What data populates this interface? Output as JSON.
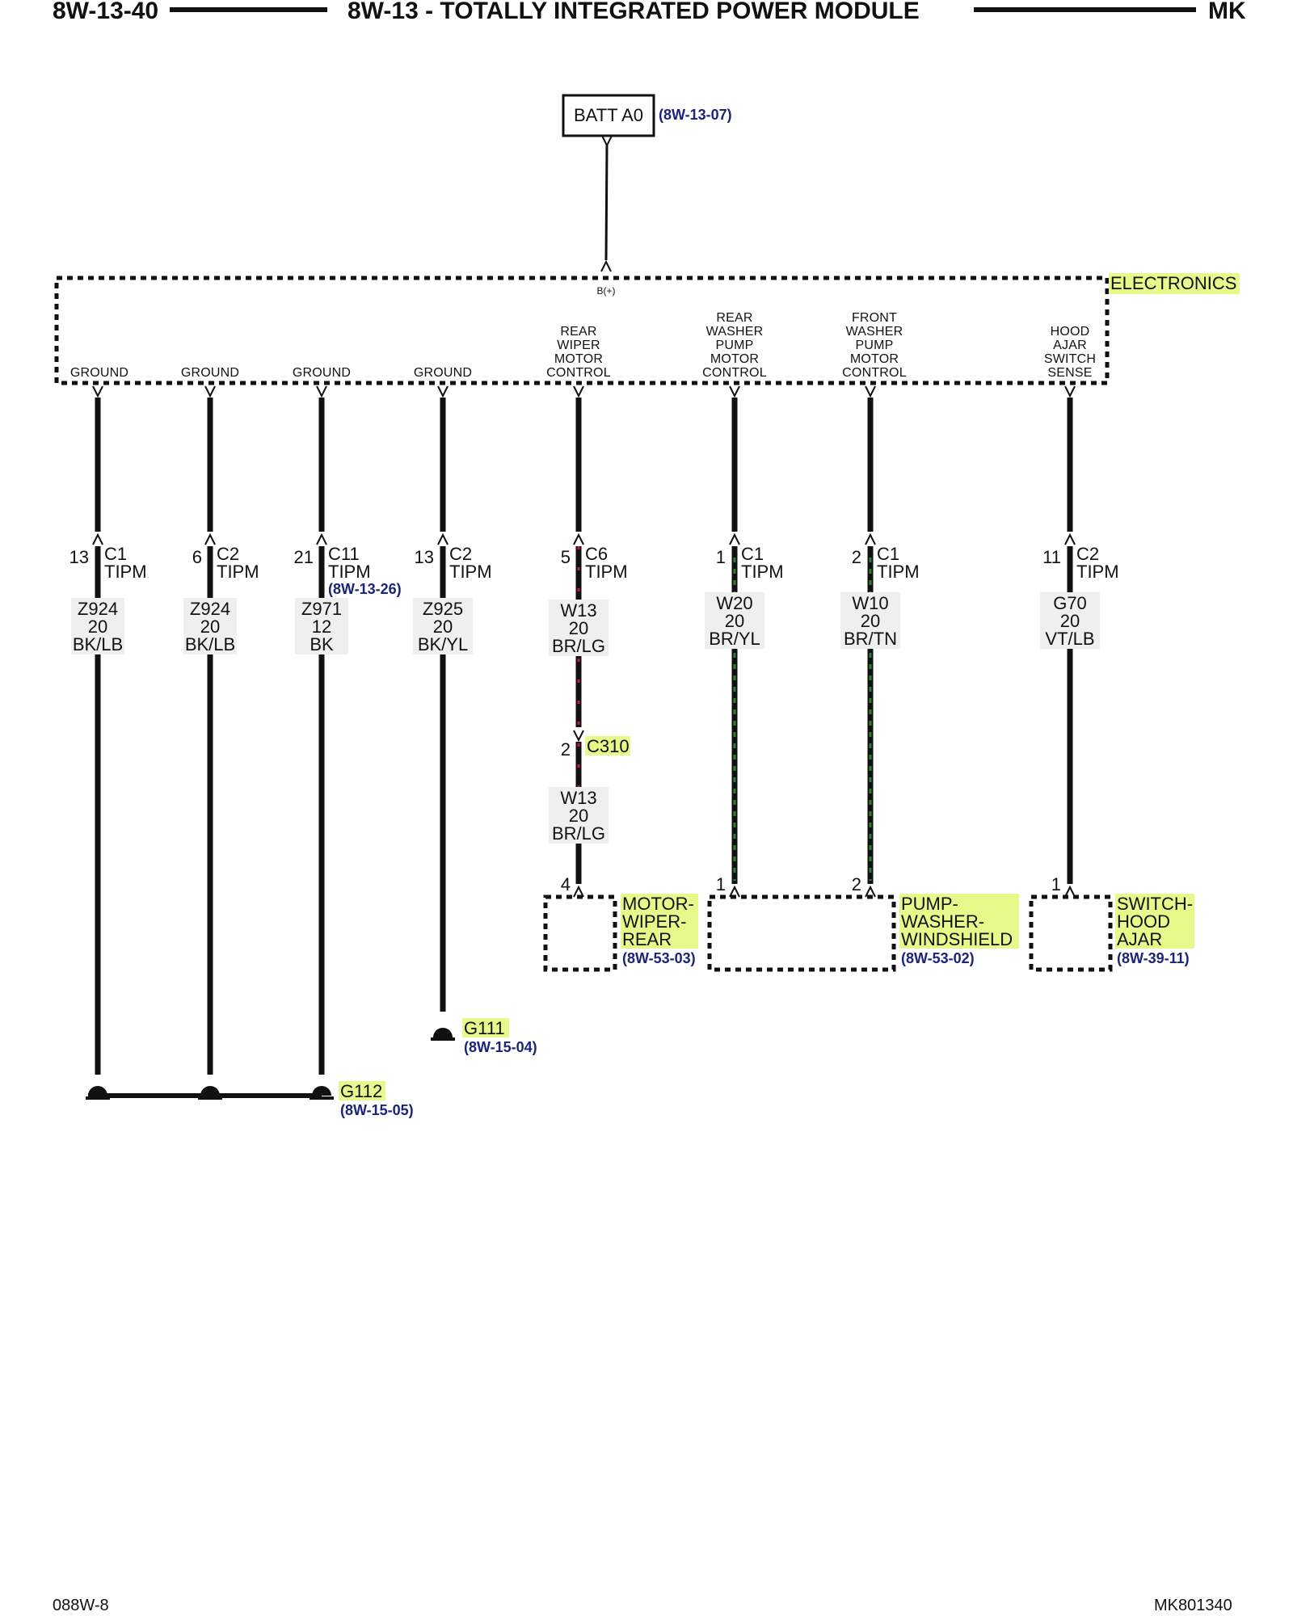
{
  "header": {
    "left": "8W-13-40",
    "center": "8W-13 - TOTALLY INTEGRATED POWER MODULE",
    "right": "MK"
  },
  "footer": {
    "left": "088W-8",
    "right": "MK801340"
  },
  "battery": {
    "label": "BATT A0",
    "ref": "(8W-13-07)"
  },
  "module": {
    "name": "ELECTRONICS",
    "input_pin": "B(+)"
  },
  "functions": [
    [
      "GROUND"
    ],
    [
      "GROUND"
    ],
    [
      "GROUND"
    ],
    [
      "GROUND"
    ],
    [
      "REAR",
      "WIPER",
      "MOTOR",
      "CONTROL"
    ],
    [
      "REAR",
      "WASHER",
      "PUMP",
      "MOTOR",
      "CONTROL"
    ],
    [
      "FRONT",
      "WASHER",
      "PUMP",
      "MOTOR",
      "CONTROL"
    ],
    [
      "HOOD",
      "AJAR",
      "SWITCH",
      "SENSE"
    ]
  ],
  "circuits": [
    {
      "pin": "13",
      "connector": "C1",
      "module": "TIPM",
      "wire": [
        "Z924",
        "20",
        "BK/LB"
      ]
    },
    {
      "pin": "6",
      "connector": "C2",
      "module": "TIPM",
      "wire": [
        "Z924",
        "20",
        "BK/LB"
      ]
    },
    {
      "pin": "21",
      "connector": "C11",
      "module": "TIPM",
      "ref": "(8W-13-26)",
      "wire": [
        "Z971",
        "12",
        "BK"
      ]
    },
    {
      "pin": "13",
      "connector": "C2",
      "module": "TIPM",
      "wire": [
        "Z925",
        "20",
        "BK/YL"
      ]
    },
    {
      "pin": "5",
      "connector": "C6",
      "module": "TIPM",
      "wire": [
        "W13",
        "20",
        "BR/LG"
      ]
    },
    {
      "pin": "1",
      "connector": "C1",
      "module": "TIPM",
      "wire": [
        "W20",
        "20",
        "BR/YL"
      ]
    },
    {
      "pin": "2",
      "connector": "C1",
      "module": "TIPM",
      "wire": [
        "W10",
        "20",
        "BR/TN"
      ]
    },
    {
      "pin": "11",
      "connector": "C2",
      "module": "TIPM",
      "wire": [
        "G70",
        "20",
        "VT/LB"
      ]
    }
  ],
  "inline_connector": {
    "pin": "2",
    "name": "C310",
    "wire": [
      "W13",
      "20",
      "BR/LG"
    ]
  },
  "components": [
    {
      "pin": "4",
      "name": [
        "MOTOR-",
        "WIPER-",
        "REAR"
      ],
      "ref": "(8W-53-03)"
    },
    {
      "pins": [
        "1",
        "2"
      ],
      "name": [
        "PUMP-",
        "WASHER-",
        "WINDSHIELD"
      ],
      "ref": "(8W-53-02)"
    },
    {
      "pin": "1",
      "name": [
        "SWITCH-",
        "HOOD",
        "AJAR"
      ],
      "ref": "(8W-39-11)"
    }
  ],
  "grounds": [
    {
      "name": "G111",
      "ref": "(8W-15-04)"
    },
    {
      "name": "G112",
      "ref": "(8W-15-05)"
    }
  ],
  "colors": {
    "highlight": "#e6f98a",
    "reference": "#1a237e",
    "wire": "#111111",
    "wire_tracer_green": "#2e7d32",
    "wire_tracer_magenta": "#c2185b"
  }
}
